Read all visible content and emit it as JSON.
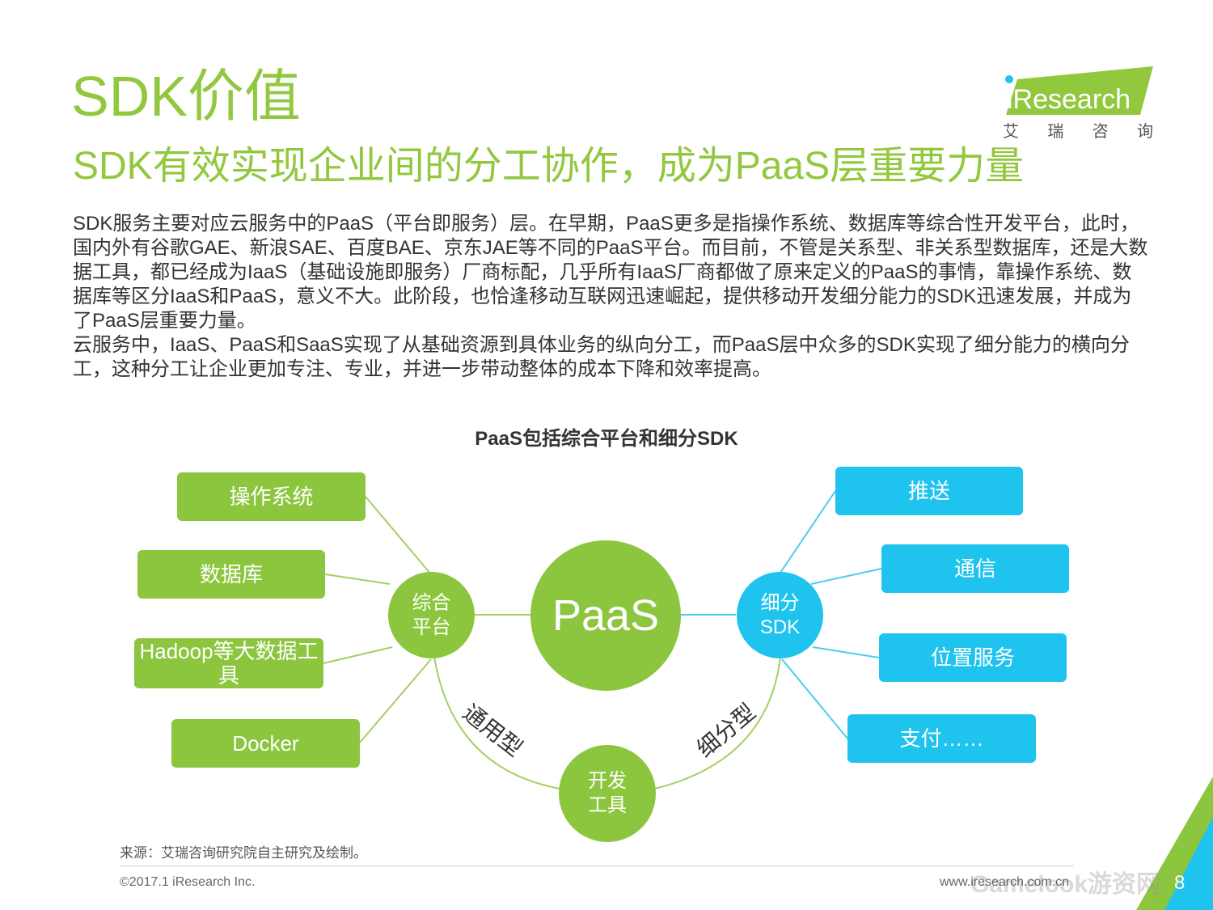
{
  "header": {
    "title": "SDK价值",
    "subtitle": "SDK有效实现企业间的分工协作，成为PaaS层重要力量"
  },
  "logo": {
    "brand": "iResearch",
    "sub": [
      "艾",
      "瑞",
      "咨",
      "询"
    ]
  },
  "body": [
    "SDK服务主要对应云服务中的PaaS（平台即服务）层。在早期，PaaS更多是指操作系统、数据库等综合性开发平台，此时，国内外有谷歌GAE、新浪SAE、百度BAE、京东JAE等不同的PaaS平台。而目前，不管是关系型、非关系型数据库，还是大数据工具，都已经成为IaaS（基础设施即服务）厂商标配，几乎所有IaaS厂商都做了原来定义的PaaS的事情，靠操作系统、数据库等区分IaaS和PaaS，意义不大。此阶段，也恰逢移动互联网迅速崛起，提供移动开发细分能力的SDK迅速发展，并成为了PaaS层重要力量。",
    "云服务中，IaaS、PaaS和SaaS实现了从基础资源到具体业务的纵向分工，而PaaS层中众多的SDK实现了细分能力的横向分工，这种分工让企业更加专注、专业，并进一步带动整体的成本下降和效率提高。"
  ],
  "diagram": {
    "title": "PaaS包括综合平台和细分SDK",
    "center": "PaaS",
    "left_hub": "综合\n平台",
    "right_hub": "细分\nSDK",
    "bottom_hub": "开发\n工具",
    "left_items": [
      "操作系统",
      "数据库",
      "Hadoop等大数据工具",
      "Docker"
    ],
    "right_items": [
      "推送",
      "通信",
      "位置服务",
      "支付……"
    ],
    "left_curve_label": "通用型",
    "right_curve_label": "细分型",
    "colors": {
      "green": "#8cc63f",
      "blue": "#1ec3ee",
      "title_green": "#92c83e"
    }
  },
  "footer": {
    "source": "来源：艾瑞咨询研究院自主研究及绘制。",
    "copyright": "©2017.1 iResearch Inc.",
    "website": "www.iresearch.com.cn",
    "page": "8",
    "watermark": "Gamelook游资网"
  }
}
